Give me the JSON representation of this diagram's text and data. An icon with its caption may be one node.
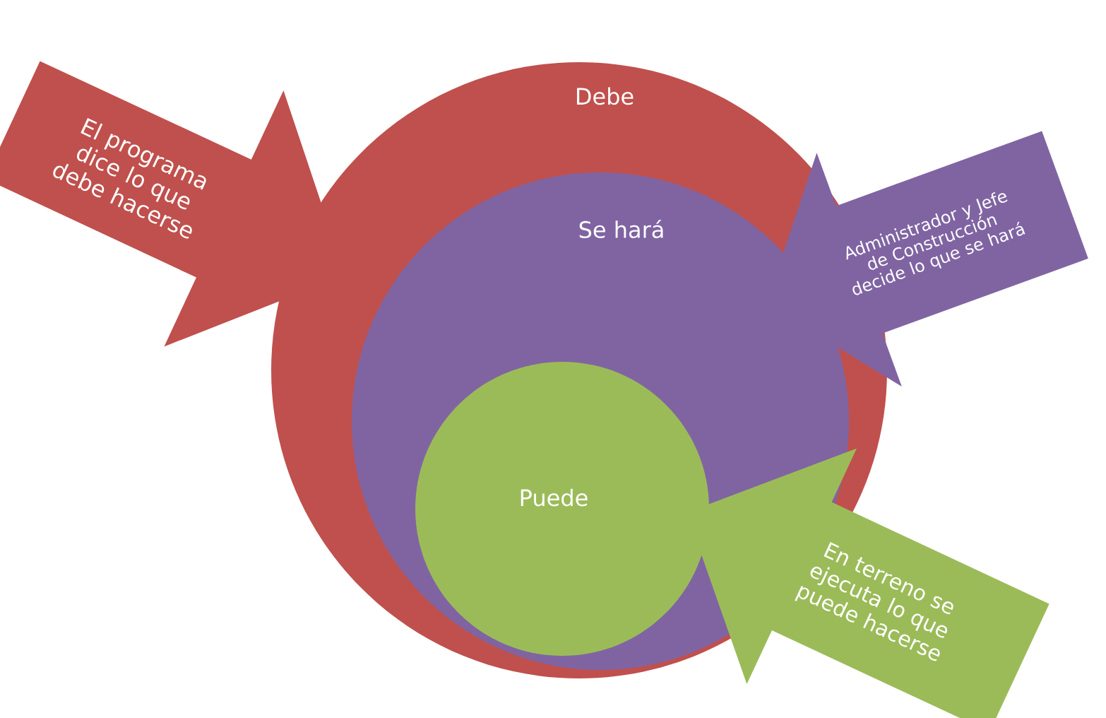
{
  "diagram": {
    "nodes": [
      {
        "text": [
          "Debe"
        ]
      },
      {
        "text": [
          "Se hará"
        ],
        "in": 0
      },
      {
        "text": [
          "Puede"
        ],
        "in": 1
      },
      {
        "text": [
          "El programa dice lo que debe hacerse"
        ]
      },
      {
        "text": [
          "Administrador y Jefe de Construcción decide lo que se hará"
        ]
      },
      {
        "text": [
          "En terreno se ejecuta lo que puede hacerse"
        ]
      }
    ]
  }
}
